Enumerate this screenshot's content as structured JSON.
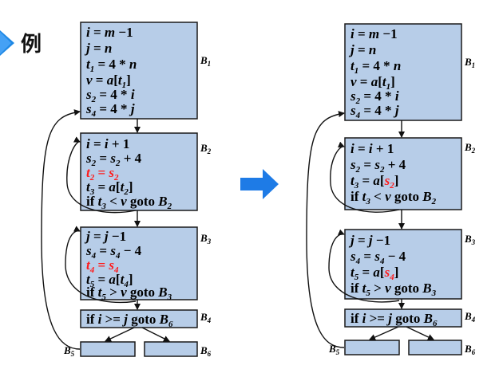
{
  "title": "例",
  "colors": {
    "block_fill": "#b7cde8",
    "block_stroke": "#1a1a1a",
    "highlight": "#ff1a1a",
    "arrow": "#1e7be6",
    "bullet": "#1e88e5"
  },
  "blocks_left": {
    "B1": {
      "label": "B",
      "sub": "1",
      "lines": [
        "i = m −1",
        "j = n",
        "t1 = 4 * n",
        "v = a[t1]",
        "s2 = 4 * i",
        "s4 = 4 * j"
      ]
    },
    "B2": {
      "label": "B",
      "sub": "2",
      "lines": [
        "i = i + 1",
        "s2 = s2 + 4",
        "t2 = s2",
        "t3 = a[t2]",
        "if t3 < v goto B2"
      ]
    },
    "B3": {
      "label": "B",
      "sub": "3",
      "lines": [
        "j = j −1",
        "s4 = s4 −  4",
        "t4 = s4",
        "t5 = a[t4]",
        "if t5 > v goto B3"
      ]
    },
    "B4": {
      "label": "B",
      "sub": "4",
      "lines": [
        "if i >= j goto B6"
      ]
    },
    "B5": {
      "label": "B",
      "sub": "5"
    },
    "B6": {
      "label": "B",
      "sub": "6"
    }
  },
  "blocks_right": {
    "B1": {
      "label": "B",
      "sub": "1",
      "lines": [
        "i = m −1",
        "j = n",
        "t1 = 4 * n",
        "v = a[t1]",
        "s2 = 4 * i",
        "s4 = 4 * j"
      ]
    },
    "B2": {
      "label": "B",
      "sub": "2",
      "lines": [
        "i = i + 1",
        "s2 = s2 + 4",
        "t3 = a[s2]",
        "if t3 < v goto B2"
      ]
    },
    "B3": {
      "label": "B",
      "sub": "3",
      "lines": [
        "j = j −1",
        "s4 = s4 −  4",
        "t5 = a[s4]",
        "if t5 > v goto B3"
      ]
    },
    "B4": {
      "label": "B",
      "sub": "4",
      "lines": [
        "if i >= j goto B6"
      ]
    },
    "B5": {
      "label": "B",
      "sub": "5"
    },
    "B6": {
      "label": "B",
      "sub": "6"
    }
  }
}
